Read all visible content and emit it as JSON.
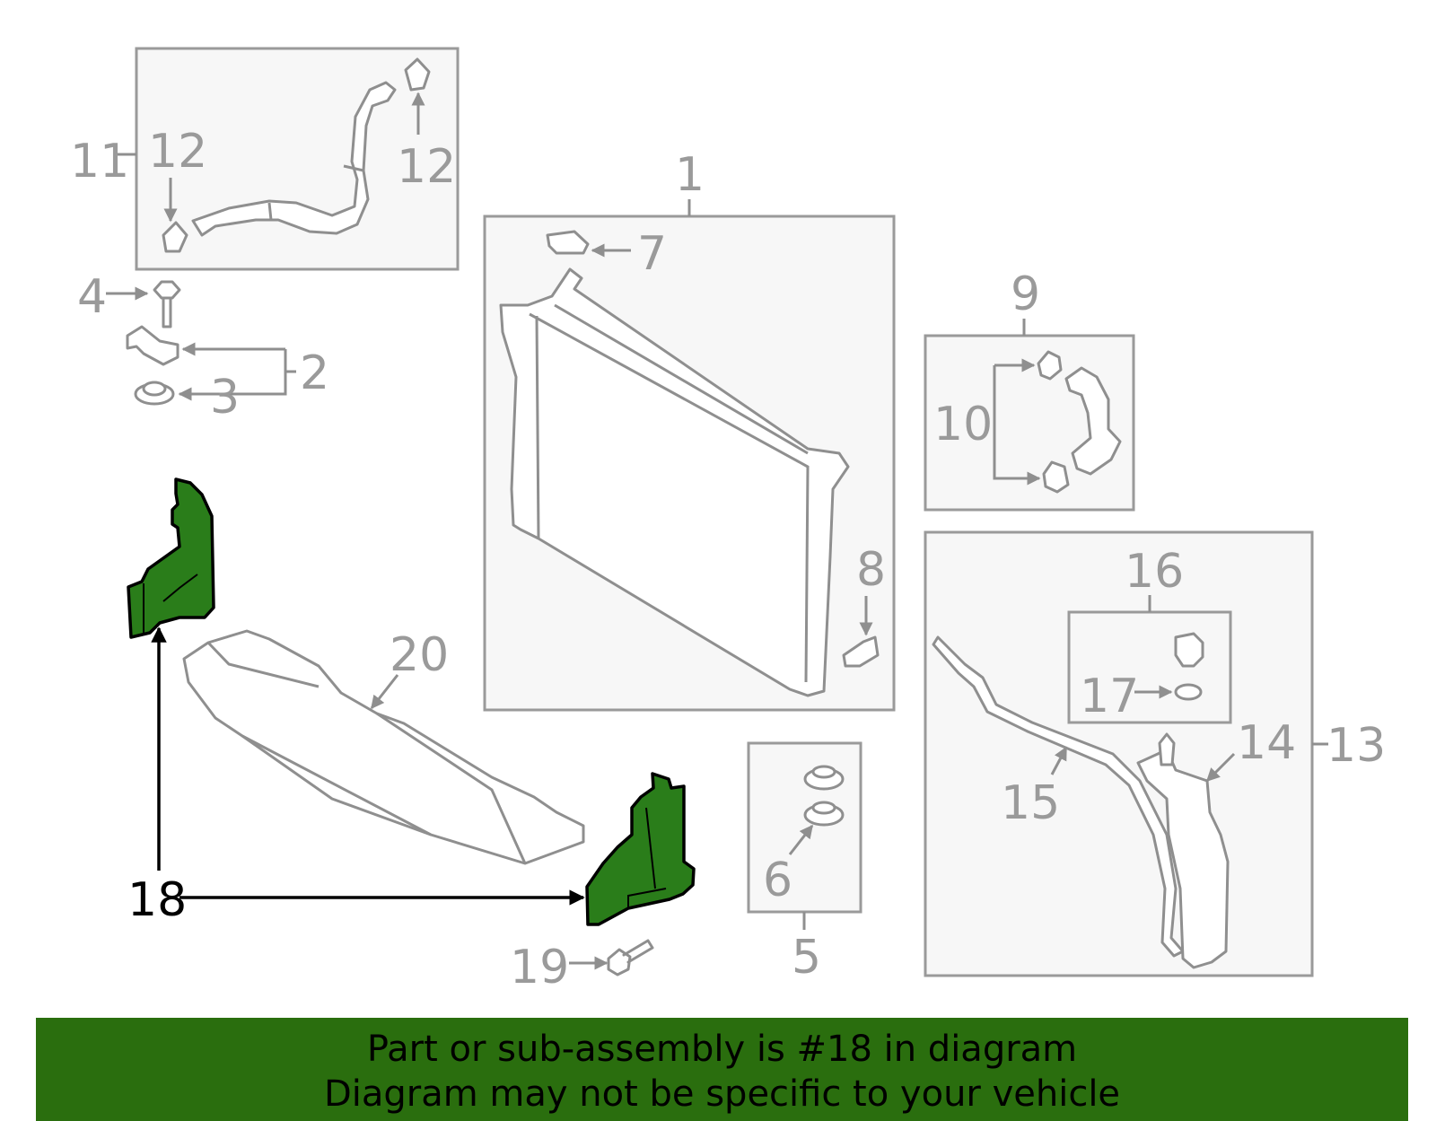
{
  "colors": {
    "highlight": "#2a7d1a",
    "banner": "#2a6e0e",
    "line_gray": "#9a9a9a"
  },
  "diagram": {
    "highlighted_part": "18",
    "callouts": [
      "1",
      "2",
      "3",
      "4",
      "5",
      "6",
      "7",
      "8",
      "9",
      "10",
      "11",
      "12",
      "12",
      "13",
      "14",
      "15",
      "16",
      "17",
      "18",
      "19",
      "20"
    ]
  },
  "banner": {
    "line1": "Part or sub-assembly is #18 in diagram",
    "line2": "Diagram may not be specific to your vehicle"
  }
}
